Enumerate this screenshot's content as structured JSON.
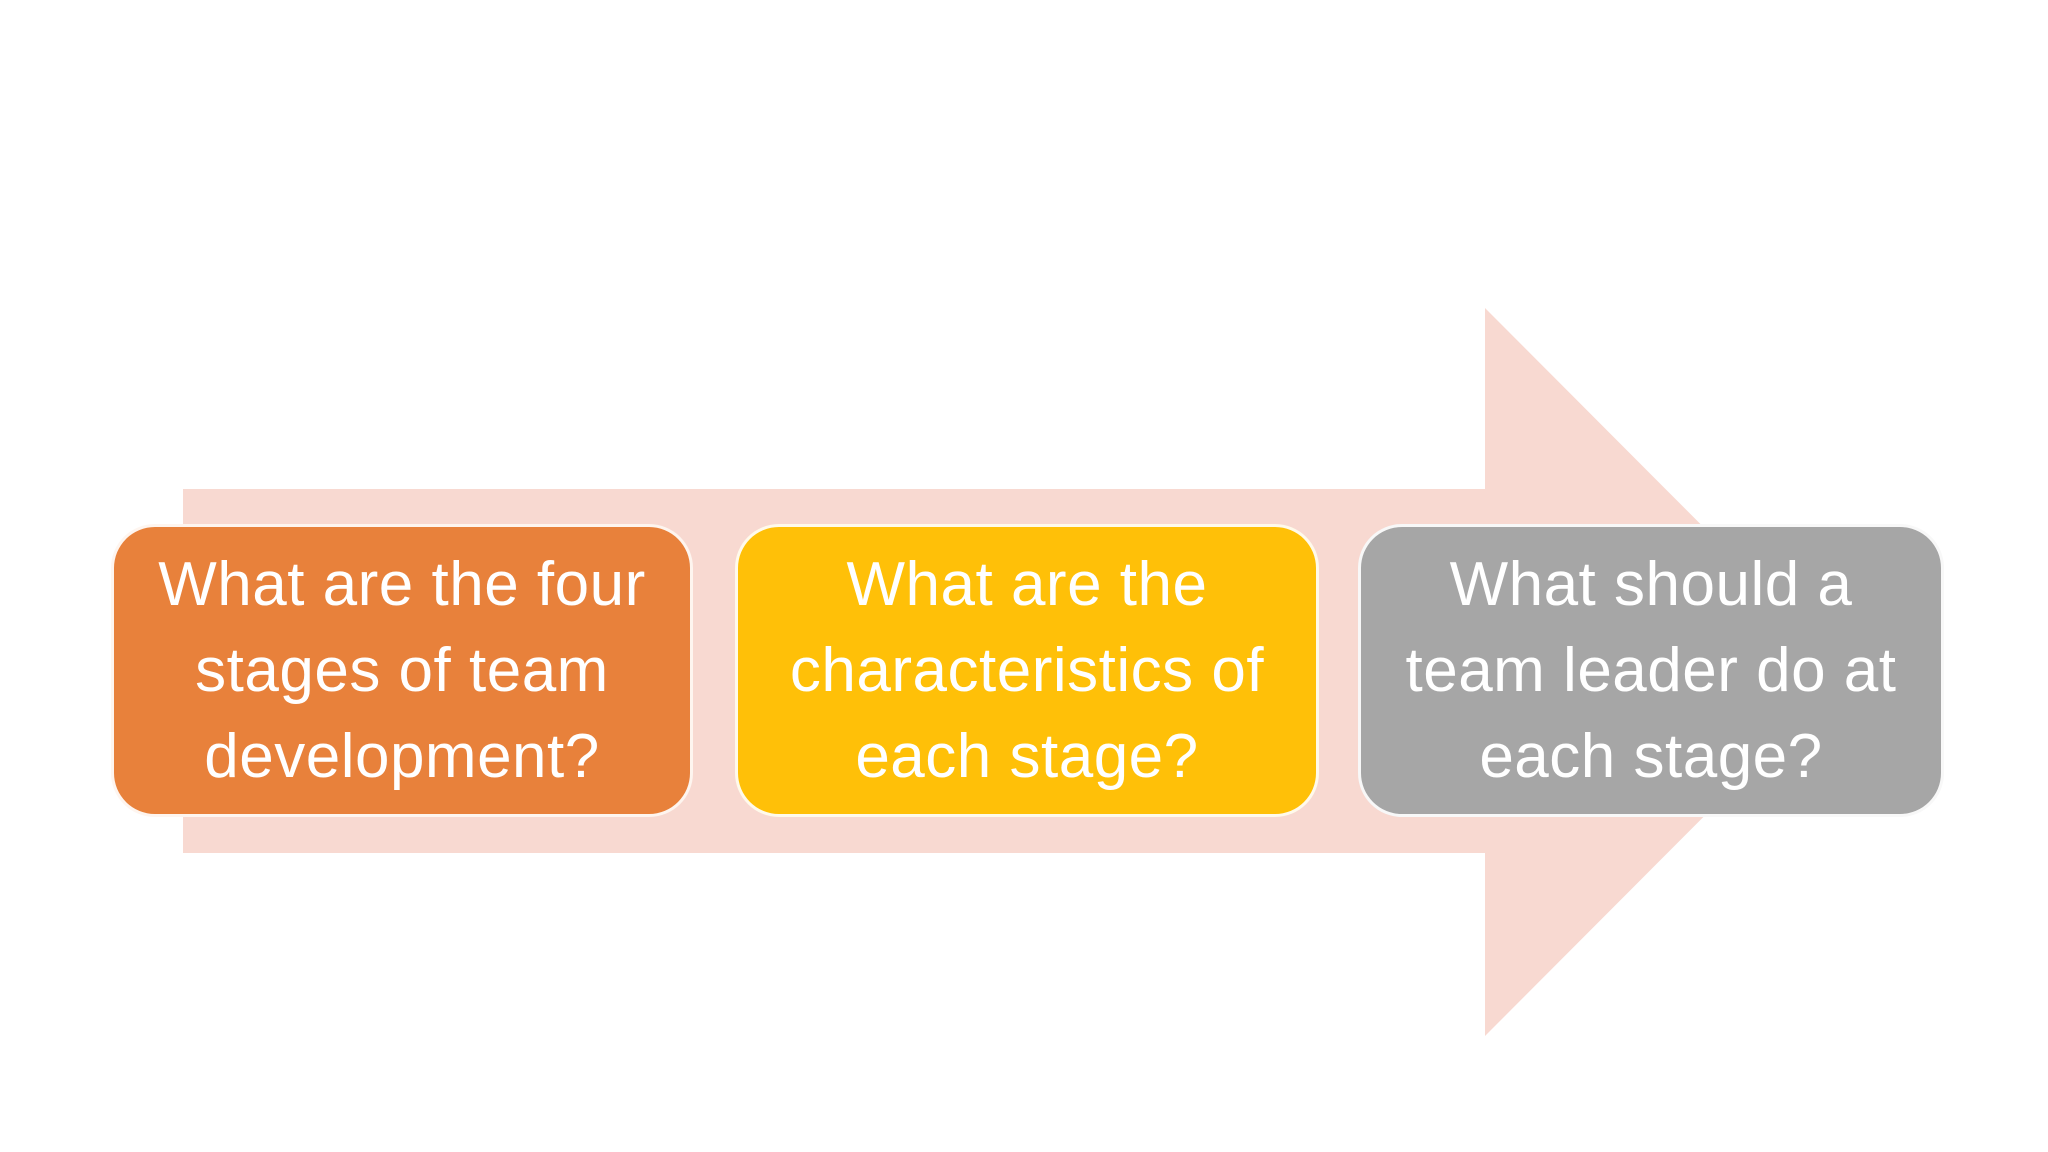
{
  "slide": {
    "background_color": "#FFFFFF",
    "description_kind": "process-arrow-diagram"
  },
  "arrow": {
    "direction": "right",
    "color": "#F8D9D1"
  },
  "boxes": [
    {
      "id": "stages",
      "color": "#E8813B",
      "text_color": "#FFFFFF",
      "text": "What are the four stages of team development?",
      "lines": [
        "What are the four",
        "stages of team",
        "development?"
      ]
    },
    {
      "id": "characteristics",
      "color": "#FFC008",
      "text_color": "#FFFFFF",
      "text": "What are the characteristics of each stage?",
      "lines": [
        "What are the",
        "characteristics of",
        "each stage?"
      ]
    },
    {
      "id": "leader",
      "color": "#A6A6A6",
      "text_color": "#FFFFFF",
      "text": "What should a team leader do at each stage?",
      "lines": [
        "What should a",
        "team leader do at",
        "each stage?"
      ]
    }
  ]
}
